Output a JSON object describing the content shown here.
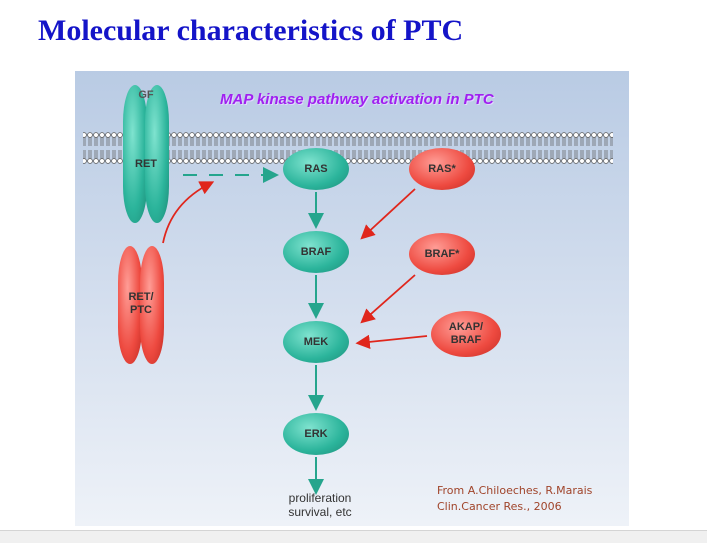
{
  "slide": {
    "title": "Molecular characteristics of PTC"
  },
  "figure": {
    "title": "MAP kinase pathway activation in PTC",
    "receptor": {
      "ligand": "GF",
      "label": "RET"
    },
    "fusion": {
      "label_line1": "RET/",
      "label_line2": "PTC"
    },
    "cascade": [
      "RAS",
      "BRAF",
      "MEK",
      "ERK"
    ],
    "mutants": [
      "RAS*",
      "BRAF*",
      "AKAP/ BRAF"
    ],
    "mutant_akap": {
      "line1": "AKAP/",
      "line2": "BRAF"
    },
    "output": {
      "line1": "proliferation",
      "line2": "survival, etc"
    },
    "citation": {
      "line1": "From A.Chiloeches, R.Marais",
      "line2": "Clin.Cancer Res., 2006"
    },
    "colors": {
      "pathway": "#2bb49b",
      "mutant": "#ee4a40",
      "title": "#a020f0",
      "slide_title": "#1414c8",
      "citation": "#a0442a",
      "arrow_red": "#e0261c",
      "arrow_teal": "#25a58d"
    }
  }
}
